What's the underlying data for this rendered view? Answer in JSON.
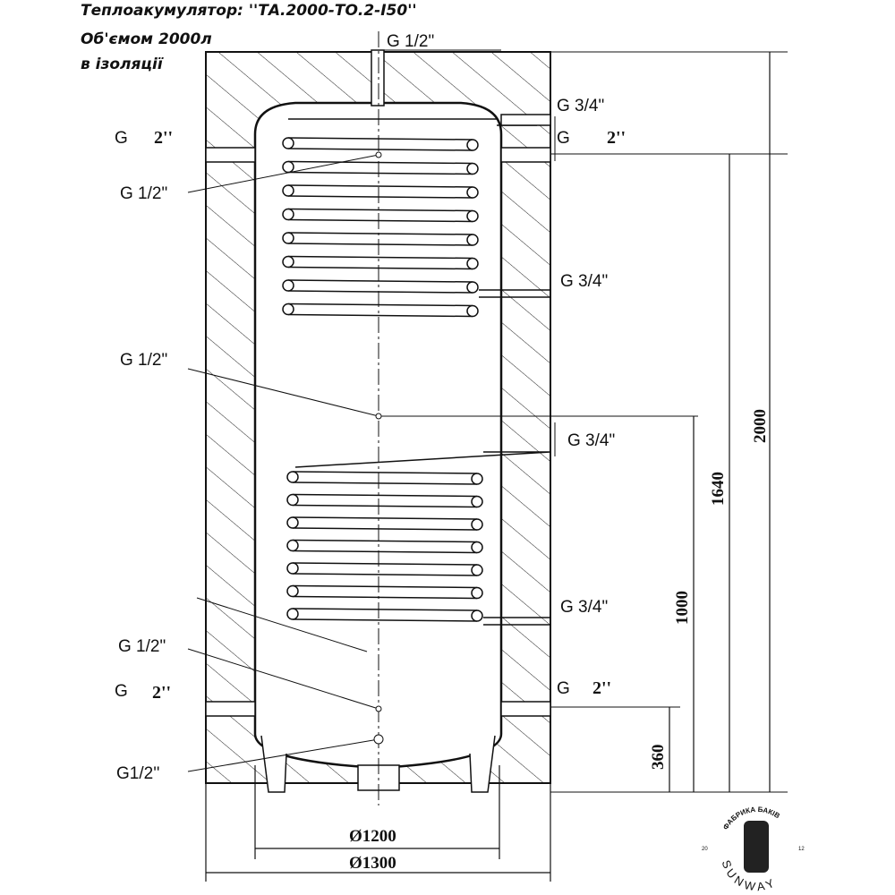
{
  "title": {
    "line1": "Теплоакумулятор: ''ТА.2000-ТО.2-І50''",
    "line2": "Об'ємом 2000л",
    "line3": "в ізоляції"
  },
  "ports": {
    "top": "G   1/2\"",
    "top_right_1": "G 3/4\"",
    "top_left_g": "G",
    "top_left_size": "2''",
    "top_right_g": "G",
    "top_right_size": "2''",
    "sensor_upper": "G 1/2\"",
    "coil1_lower": "G 3/4\"",
    "sensor_middle": "G 1/2\"",
    "coil2_upper": "G 3/4\"",
    "coil2_lower": "G 3/4\"",
    "sensor_lower": "G 1/2\"",
    "bottom_left_g": "G",
    "bottom_left_size": "2''",
    "bottom_right_g": "G",
    "bottom_right_size": "2''",
    "drain": "G1/2''"
  },
  "dimensions": {
    "height_total": "2000",
    "height_1640": "1640",
    "height_1000": "1000",
    "height_360": "360",
    "diameter_inner": "Ø1200",
    "diameter_outer": "Ø1300"
  },
  "logo": {
    "top_text": "ФАБРИКА БАКІВ",
    "bottom_text": "SUNWAY",
    "year_left": "20",
    "year_right": "12"
  }
}
